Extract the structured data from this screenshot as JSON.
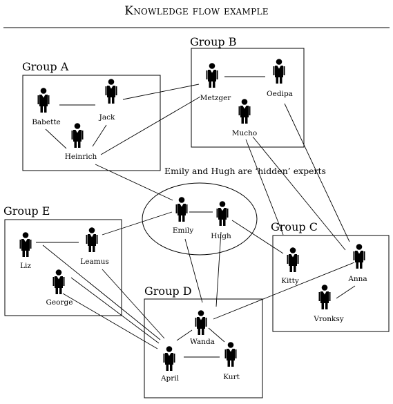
{
  "title": "Knowledge flow example",
  "caption": "Emily and Hugh are ‘hidden’ experts",
  "groups": {
    "a": "Group A",
    "b": "Group B",
    "c": "Group C",
    "d": "Group D",
    "e": "Group E"
  },
  "people": {
    "babette": "Babette",
    "jack": "Jack",
    "heinrich": "Heinrich",
    "metzger": "Metzger",
    "oedipa": "Oedipa",
    "mucho": "Mucho",
    "emily": "Emily",
    "hugh": "Hugh",
    "liz": "Liz",
    "leamus": "Leamus",
    "george": "George",
    "kitty": "Kitty",
    "anna": "Anna",
    "vronksy": "Vronksy",
    "wanda": "Wanda",
    "april": "April",
    "kurt": "Kurt"
  },
  "icons": {
    "person": "person-icon"
  }
}
